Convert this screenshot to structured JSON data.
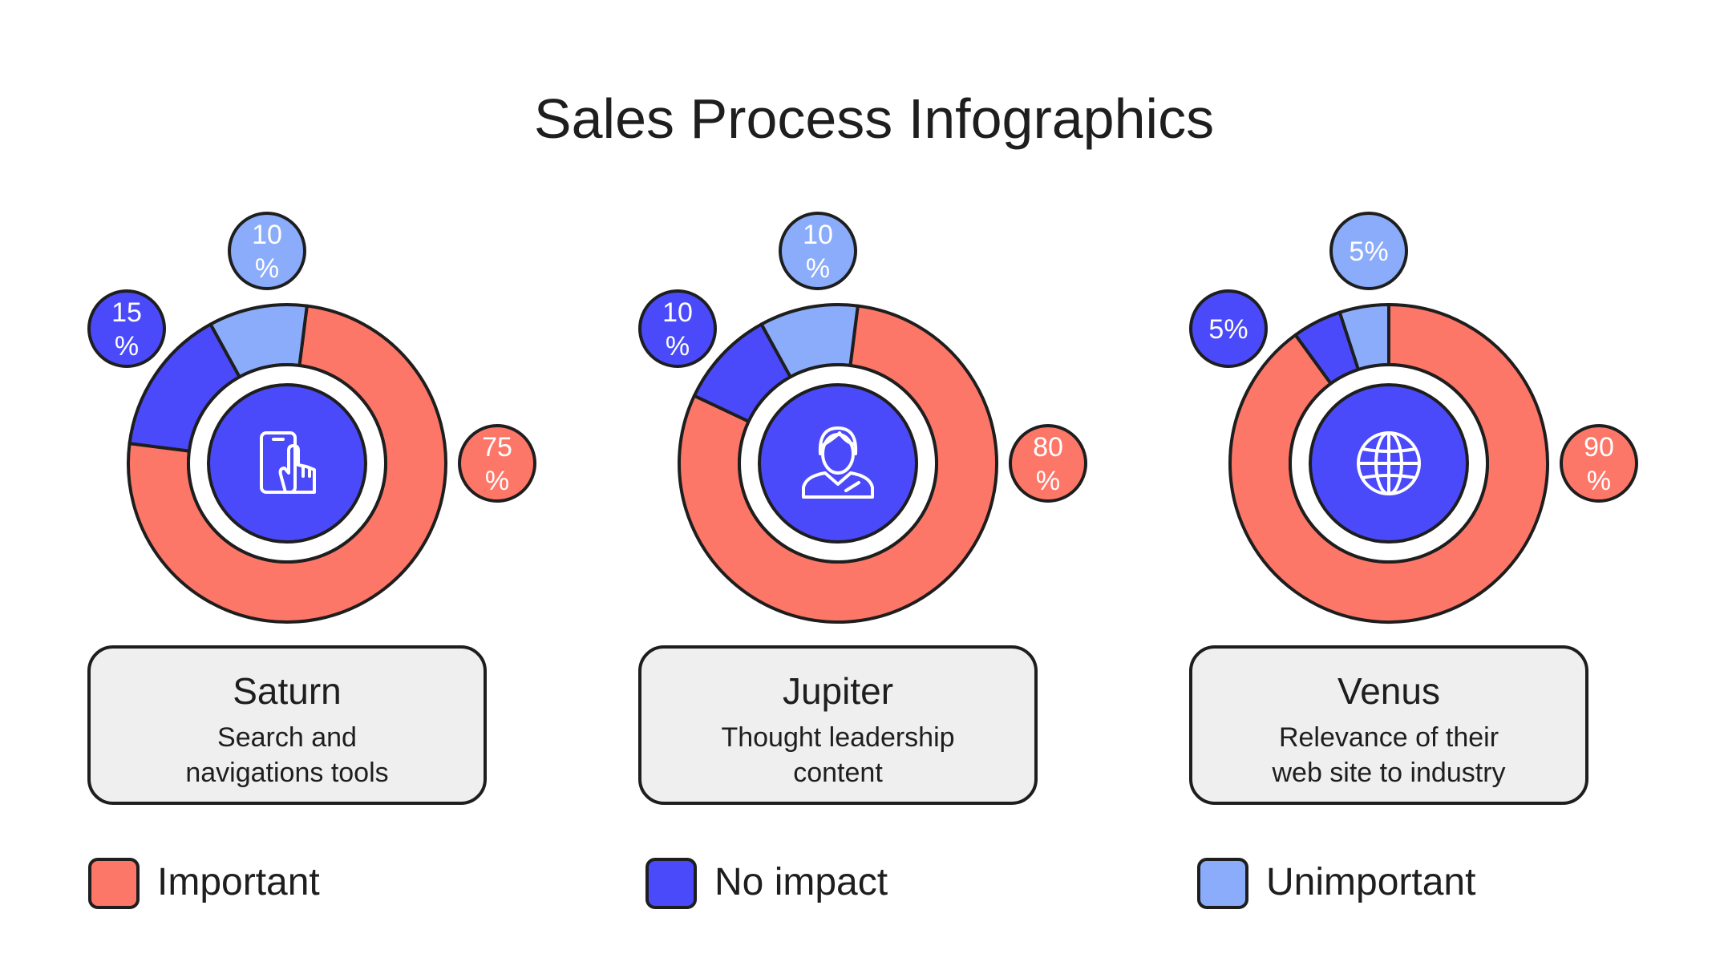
{
  "page": {
    "title": "Sales Process Infographics"
  },
  "colors": {
    "important": "#fd7769",
    "no_impact": "#4a4afb",
    "unimportant": "#8aacfb",
    "outline": "#1e1e1e",
    "card_fill": "#efefef",
    "text": "#1e1e1e",
    "white": "#ffffff"
  },
  "legend": [
    {
      "key": "important",
      "label": "Important",
      "color": "#fd7769"
    },
    {
      "key": "no_impact",
      "label": "No impact",
      "color": "#4a4afb"
    },
    {
      "key": "unimportant",
      "label": "Unimportant",
      "color": "#8aacfb"
    }
  ],
  "chart_data": [
    {
      "type": "pie",
      "name": "Saturn",
      "description_lines": [
        "Search and",
        "navigations tools"
      ],
      "icon": "phone-touch-icon",
      "slices": [
        {
          "category": "Important",
          "value": 75,
          "label_lines": [
            "75",
            "%"
          ]
        },
        {
          "category": "No impact",
          "value": 15,
          "label_lines": [
            "15",
            "%"
          ]
        },
        {
          "category": "Unimportant",
          "value": 10,
          "label_lines": [
            "10",
            "%"
          ]
        }
      ]
    },
    {
      "type": "pie",
      "name": "Jupiter",
      "description_lines": [
        "Thought leadership",
        "content"
      ],
      "icon": "user-icon",
      "slices": [
        {
          "category": "Important",
          "value": 80,
          "label_lines": [
            "80",
            "%"
          ]
        },
        {
          "category": "No impact",
          "value": 10,
          "label_lines": [
            "10",
            "%"
          ]
        },
        {
          "category": "Unimportant",
          "value": 10,
          "label_lines": [
            "10",
            "%"
          ]
        }
      ]
    },
    {
      "type": "pie",
      "name": "Venus",
      "description_lines": [
        "Relevance of their",
        "web site to industry"
      ],
      "icon": "globe-icon",
      "slices": [
        {
          "category": "Important",
          "value": 90,
          "label_lines": [
            "90",
            "%"
          ]
        },
        {
          "category": "No impact",
          "value": 5,
          "label_lines": [
            "5%"
          ]
        },
        {
          "category": "Unimportant",
          "value": 5,
          "label_lines": [
            "5%"
          ]
        }
      ]
    }
  ]
}
